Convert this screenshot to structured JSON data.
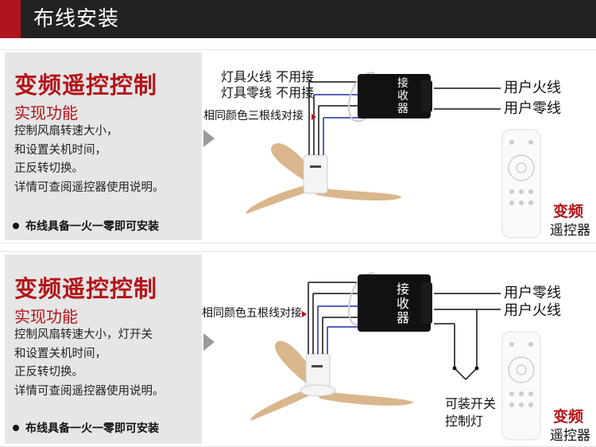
{
  "header": {
    "title": "布线安装"
  },
  "panels": [
    {
      "big_title": "变频遥控控制",
      "sub_title": "实现功能",
      "desc": [
        "控制风扇转速大小，",
        "和设置关机时间，",
        "正反转切换。",
        "详情可查阅遥控器使用说明。"
      ],
      "note": "布线具备一火一零即可安装",
      "wire_labels": [
        "灯具火线 不用接",
        "灯具零线 不用接",
        "相同颜色三根线对接"
      ],
      "receiver_label": [
        "接",
        "收",
        "器"
      ],
      "user_labels": [
        "用户火线",
        "用户零线"
      ],
      "remote_tag": "变频",
      "remote_sub": "遥控器"
    },
    {
      "big_title": "变频遥控控制",
      "sub_title": "实现功能",
      "desc": [
        "控制风扇转速大小，灯开关",
        "和设置关机时间，",
        "正反转切换。",
        "详情可查阅遥控器使用说明。"
      ],
      "note": "布线具备一火一零即可安装",
      "wire_labels": [
        "相同颜色五根线对接"
      ],
      "receiver_label": [
        "接",
        "收",
        "器"
      ],
      "user_labels": [
        "用户零线",
        "用户火线"
      ],
      "switch_label": [
        "可装开关",
        "控制灯"
      ],
      "remote_tag": "变频",
      "remote_sub": "遥控器"
    }
  ],
  "colors": {
    "accent": "#b31419",
    "header_bg": "#222222",
    "panel_bg": "#e6e6e6",
    "wood": "#d8b48a",
    "wire_blue": "#1b2fa8"
  }
}
